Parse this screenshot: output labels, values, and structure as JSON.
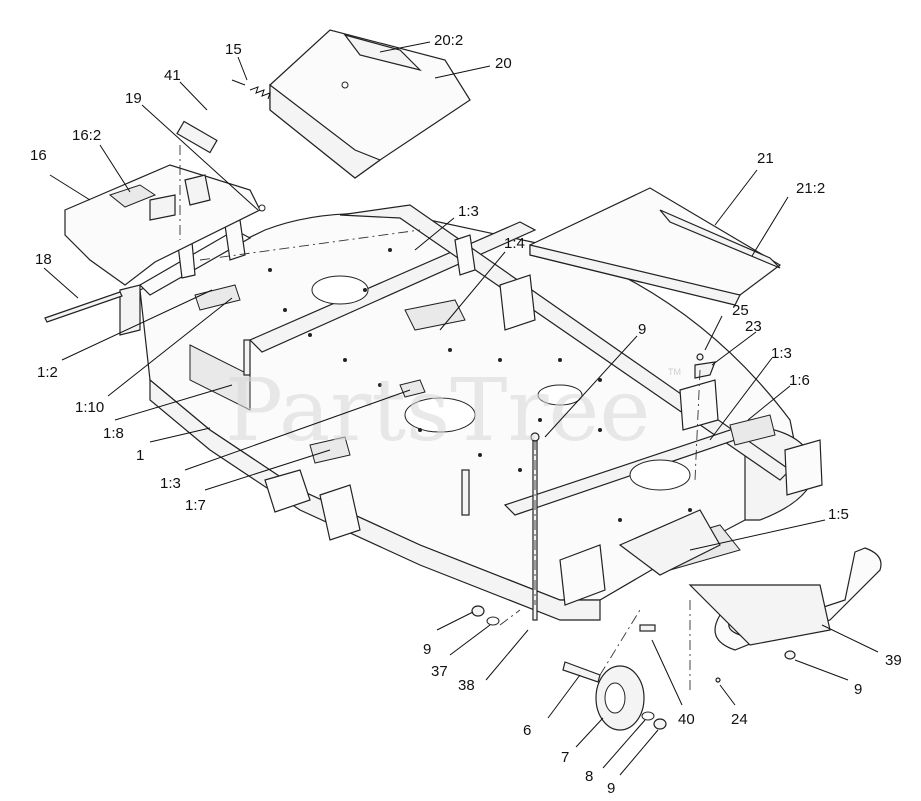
{
  "watermark": {
    "text": "PartsTree",
    "trademark": "TM"
  },
  "callouts": [
    {
      "id": "c-15",
      "text": "15"
    },
    {
      "id": "c-41",
      "text": "41"
    },
    {
      "id": "c-19",
      "text": "19"
    },
    {
      "id": "c-16-2",
      "text": "16:2"
    },
    {
      "id": "c-16",
      "text": "16"
    },
    {
      "id": "c-18",
      "text": "18"
    },
    {
      "id": "c-20-2",
      "text": "20:2"
    },
    {
      "id": "c-20",
      "text": "20"
    },
    {
      "id": "c-21",
      "text": "21"
    },
    {
      "id": "c-21-2",
      "text": "21:2"
    },
    {
      "id": "c-1-3-top",
      "text": "1:3"
    },
    {
      "id": "c-1-4",
      "text": "1:4"
    },
    {
      "id": "c-9-upper",
      "text": "9"
    },
    {
      "id": "c-25",
      "text": "25"
    },
    {
      "id": "c-23",
      "text": "23"
    },
    {
      "id": "c-1-3-right",
      "text": "1:3"
    },
    {
      "id": "c-1-6",
      "text": "1:6"
    },
    {
      "id": "c-1-2",
      "text": "1:2"
    },
    {
      "id": "c-1-10",
      "text": "1:10"
    },
    {
      "id": "c-1-8",
      "text": "1:8"
    },
    {
      "id": "c-1",
      "text": "1"
    },
    {
      "id": "c-1-3-left",
      "text": "1:3"
    },
    {
      "id": "c-1-7",
      "text": "1:7"
    },
    {
      "id": "c-1-5",
      "text": "1:5"
    },
    {
      "id": "c-9-left",
      "text": "9"
    },
    {
      "id": "c-37",
      "text": "37"
    },
    {
      "id": "c-38",
      "text": "38"
    },
    {
      "id": "c-6",
      "text": "6"
    },
    {
      "id": "c-7",
      "text": "7"
    },
    {
      "id": "c-8",
      "text": "8"
    },
    {
      "id": "c-9-bottom",
      "text": "9"
    },
    {
      "id": "c-40",
      "text": "40"
    },
    {
      "id": "c-24",
      "text": "24"
    },
    {
      "id": "c-9-right",
      "text": "9"
    },
    {
      "id": "c-39",
      "text": "39"
    }
  ]
}
